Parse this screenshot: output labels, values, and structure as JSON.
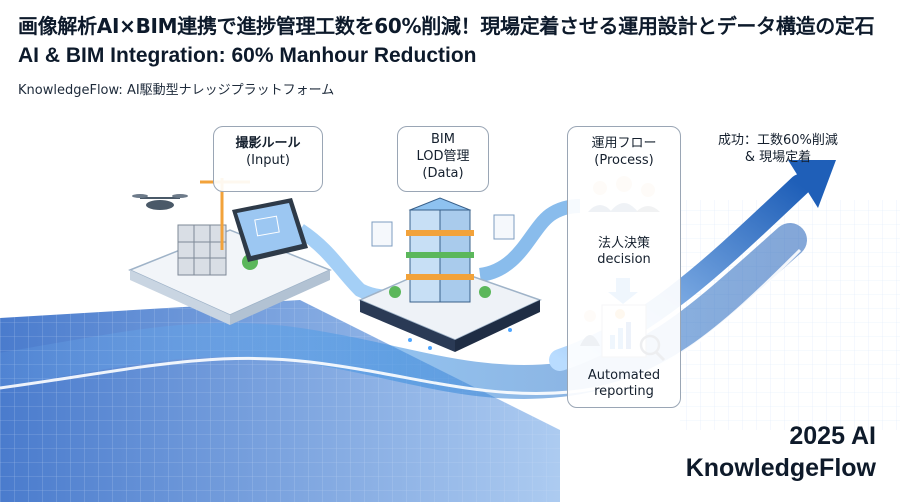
{
  "header": {
    "title_jp": "画像解析AI×BIM連携で進捗管理工数を60%削減！現場定着させる運用設計とデータ構造の定石",
    "title_en": "AI & BIM Integration: 60% Manhour Reduction",
    "subtitle": "KnowledgeFlow: AI駆動型ナレッジプラットフォーム"
  },
  "stages": {
    "input": {
      "line1": "撮影ルール",
      "line2": "(Input)"
    },
    "data": {
      "line1": "BIM",
      "line2": "LOD管理",
      "line3": "(Data)"
    },
    "process": {
      "line1": "運用フロー",
      "line2": "(Process)",
      "decision_jp": "法人決策",
      "decision_en": "decision",
      "report_line1": "Automated",
      "report_line2": "reporting"
    }
  },
  "success": {
    "line1": "成功：工数60%削減",
    "line2": "& 現場定着"
  },
  "brand": {
    "line1": "2025 AI",
    "line2": "KnowledgeFlow"
  },
  "colors": {
    "flow_blue": "#3a8fe0",
    "deep_blue": "#1f5fb8",
    "accent_orange": "#f2a23a",
    "green": "#5bb75b"
  },
  "icons": [
    "drone-icon",
    "crane-icon",
    "tablet-icon",
    "building-icon",
    "people-icon",
    "report-icon",
    "magnifier-icon",
    "growth-arrow-icon"
  ]
}
